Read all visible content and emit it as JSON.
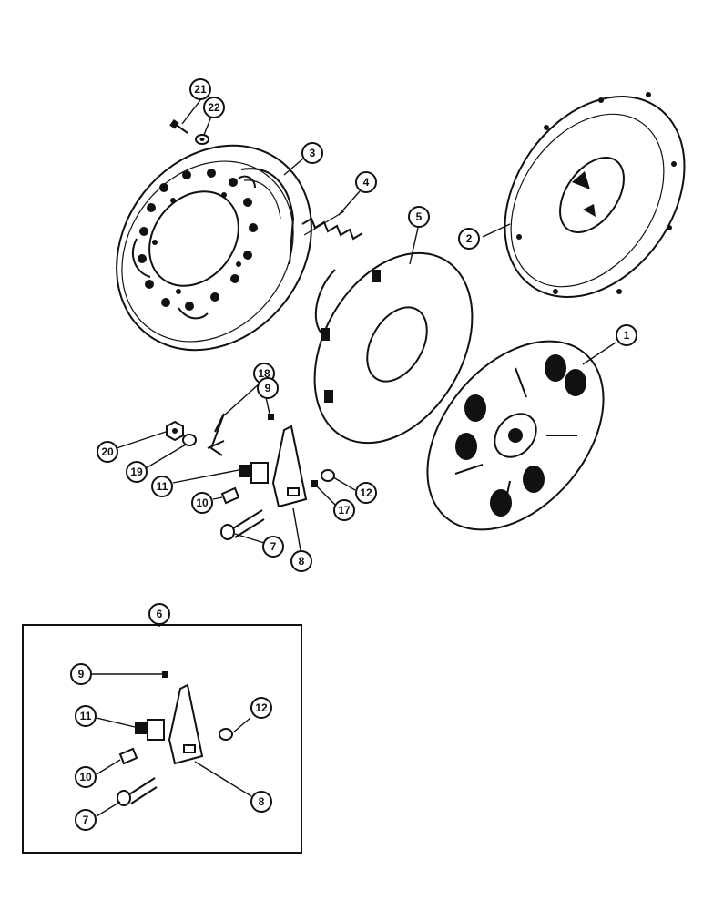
{
  "diagram": {
    "callouts": {
      "n1": "1",
      "n2": "2",
      "n3": "3",
      "n4": "4",
      "n5": "5",
      "n6": "6",
      "n7": "7",
      "n8": "8",
      "n9": "9",
      "n10": "10",
      "n11": "11",
      "n12": "12",
      "n17": "17",
      "n18": "18",
      "n19": "19",
      "n20": "20",
      "n21": "21",
      "n22": "22",
      "d7": "7",
      "d8": "8",
      "d9": "9",
      "d10": "10",
      "d11": "11",
      "d12": "12"
    }
  }
}
